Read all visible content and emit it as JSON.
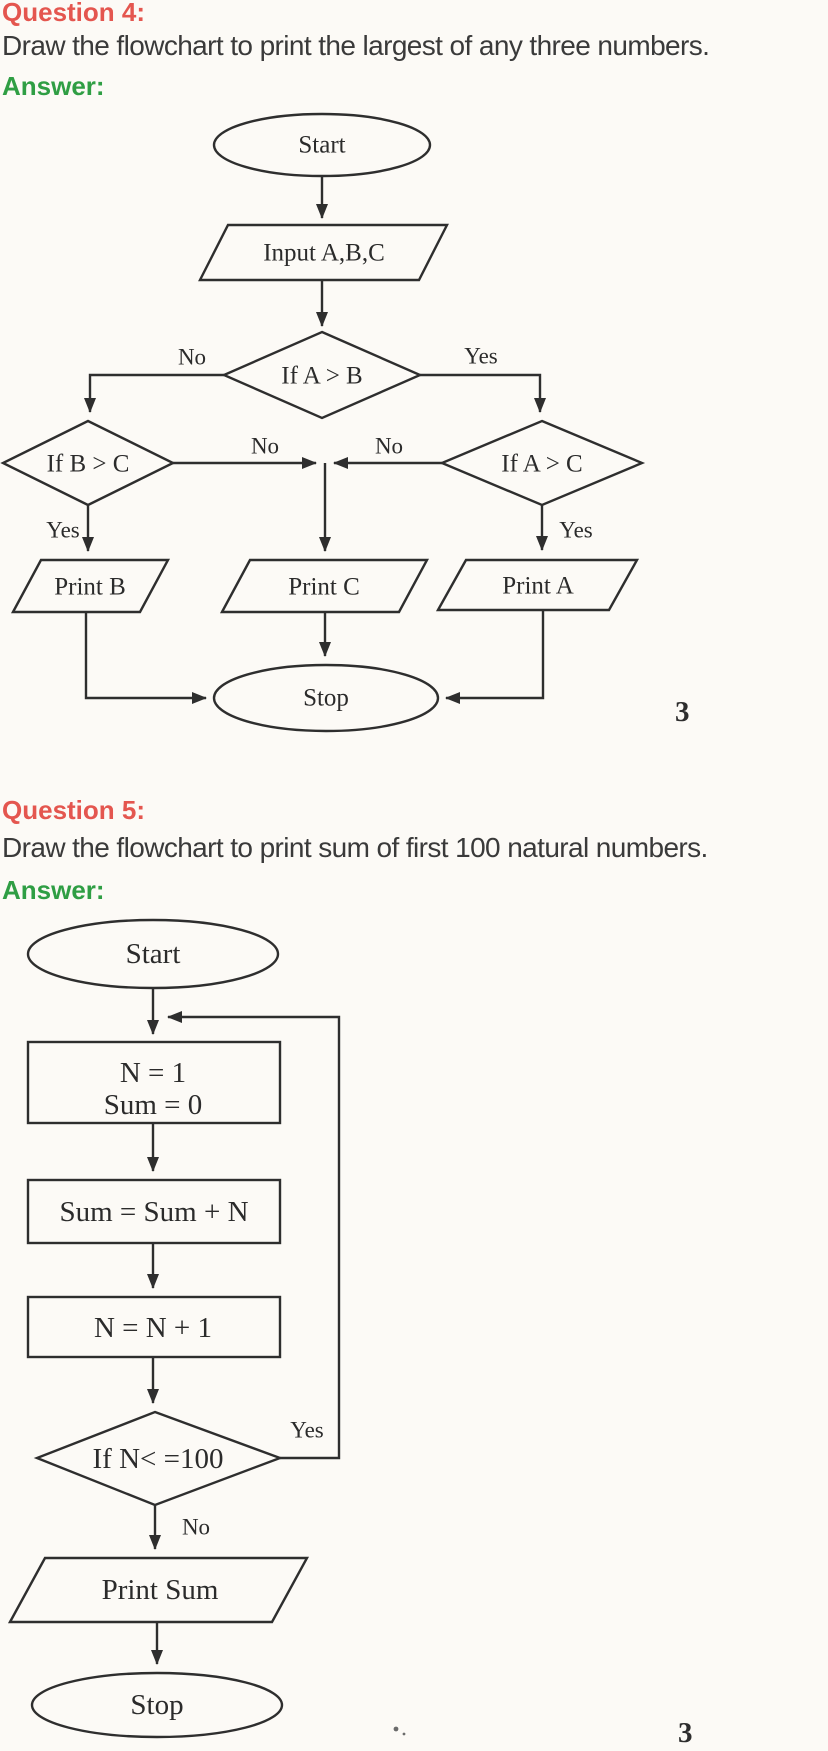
{
  "palette": {
    "paper": "#fcfaf6",
    "heading_red": "#e4564f",
    "answer_green": "#2f9e44",
    "body_text": "#3a3a3a",
    "ink": "#2e2e2e"
  },
  "question4": {
    "heading": "Question 4:",
    "text": "Draw the flowchart to print the largest of any three numbers.",
    "answer_label": "Answer:",
    "page_number": "3",
    "flowchart": {
      "start": "Start",
      "input": "Input A,B,C",
      "decision_ab": "If A > B",
      "decision_bc": "If B > C",
      "decision_ac": "If A > C",
      "print_b": "Print B",
      "print_c": "Print C",
      "print_a": "Print A",
      "stop": "Stop",
      "labels": {
        "no": "No",
        "yes": "Yes"
      }
    }
  },
  "question5": {
    "heading": "Question 5:",
    "text": "Draw the flowchart to print sum of first 100 natural numbers.",
    "answer_label": "Answer:",
    "page_number": "3",
    "flowchart": {
      "start": "Start",
      "init_line1": "N = 1",
      "init_line2": "Sum = 0",
      "accumulate": "Sum = Sum + N",
      "increment": "N = N + 1",
      "decision": "If N< =100",
      "print": "Print Sum",
      "stop": "Stop",
      "labels": {
        "no": "No",
        "yes": "Yes"
      }
    }
  }
}
